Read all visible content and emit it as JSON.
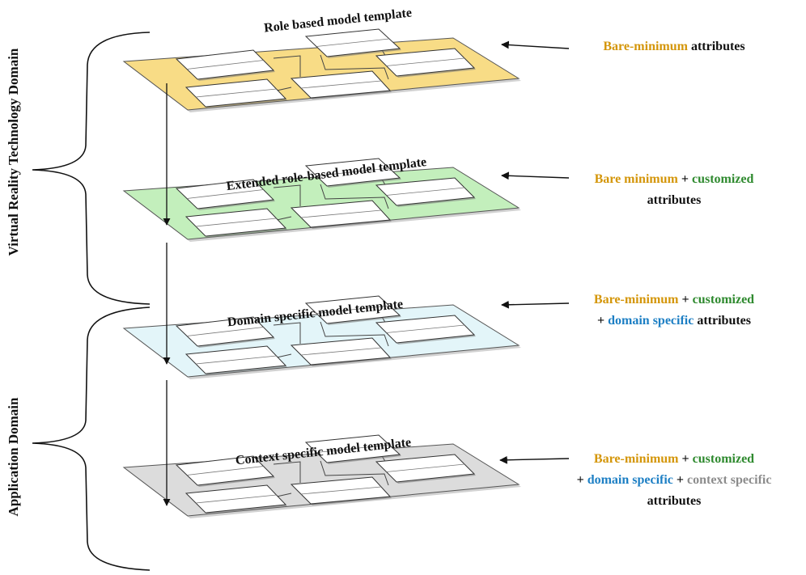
{
  "colors": {
    "orange": "#d4960a",
    "green": "#2f8a2f",
    "blue": "#1d7fc4",
    "gray": "#8c8c8c",
    "black": "#111111"
  },
  "domains": [
    {
      "label": "Virtual Reality Technology Domain"
    },
    {
      "label": "Application Domain"
    }
  ],
  "layers": [
    {
      "title": "Role based model template",
      "fill": "#f8dc86",
      "fill_light": "#fdf1c7",
      "attributes": [
        [
          {
            "text": "Bare-minimum",
            "color": "orange"
          },
          {
            "text": " attributes",
            "color": "black"
          }
        ]
      ]
    },
    {
      "title": "Extended role-based model template",
      "fill": "#c3efbc",
      "fill_light": "#e2f8de",
      "attributes": [
        [
          {
            "text": "Bare minimum",
            "color": "orange"
          },
          {
            "text": " + ",
            "color": "black"
          },
          {
            "text": "customized",
            "color": "green"
          }
        ],
        [
          {
            "text": "attributes",
            "color": "black"
          }
        ]
      ]
    },
    {
      "title": "Domain specific model template",
      "fill": "#e3f5f9",
      "fill_light": "#f3fbfd",
      "attributes": [
        [
          {
            "text": "Bare-minimum",
            "color": "orange"
          },
          {
            "text": " + ",
            "color": "black"
          },
          {
            "text": "customized",
            "color": "green"
          }
        ],
        [
          {
            "text": "+ ",
            "color": "black"
          },
          {
            "text": "domain specific",
            "color": "blue"
          },
          {
            "text": " attributes",
            "color": "black"
          }
        ]
      ]
    },
    {
      "title": "Context specific model template",
      "fill": "#dcdcdc",
      "fill_light": "#ececec",
      "attributes": [
        [
          {
            "text": "Bare-minimum",
            "color": "orange"
          },
          {
            "text": " + ",
            "color": "black"
          },
          {
            "text": "customized",
            "color": "green"
          }
        ],
        [
          {
            "text": "+ ",
            "color": "black"
          },
          {
            "text": "domain specific",
            "color": "blue"
          },
          {
            "text": " + ",
            "color": "black"
          },
          {
            "text": "context specific",
            "color": "gray"
          }
        ],
        [
          {
            "text": "attributes",
            "color": "black"
          }
        ]
      ]
    }
  ]
}
